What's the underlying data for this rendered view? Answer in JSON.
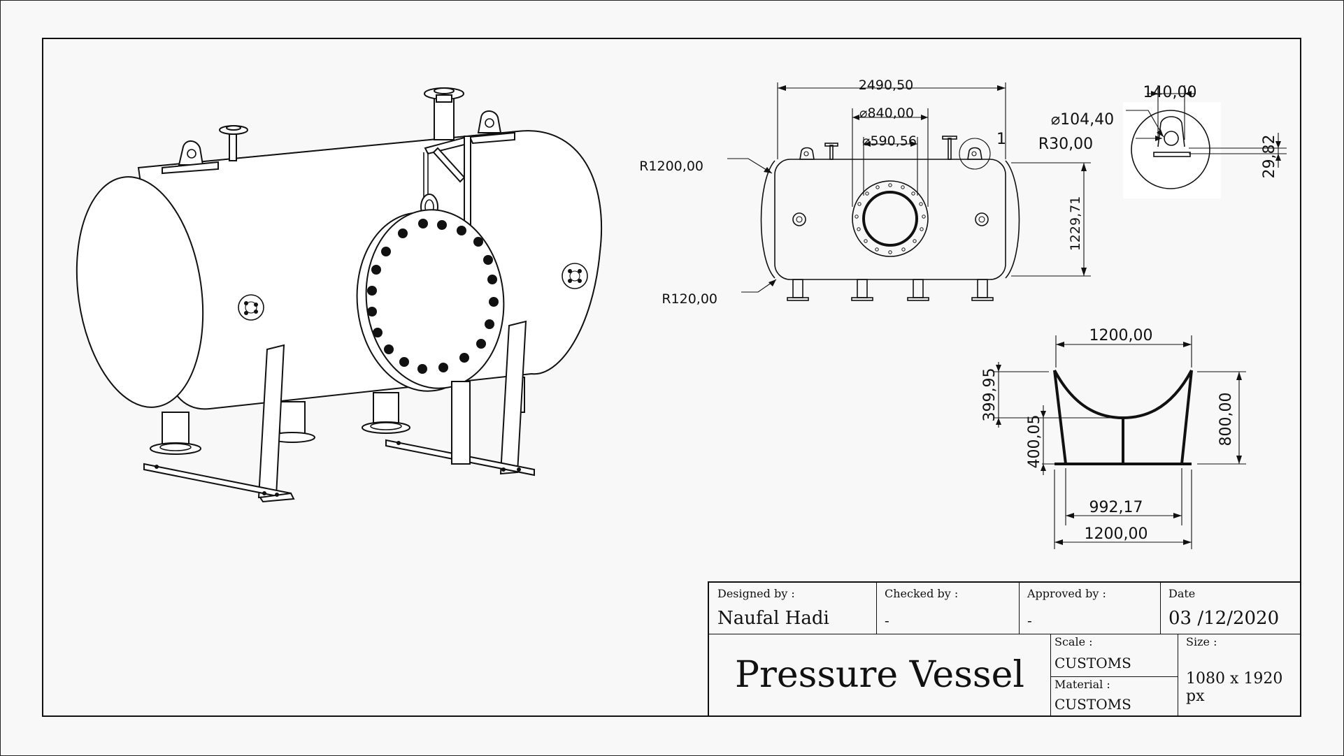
{
  "title_block": {
    "designed_by_label": "Designed by :",
    "designed_by": "Naufal Hadi",
    "checked_by_label": "Checked by :",
    "checked_by": "-",
    "approved_by_label": "Approved by :",
    "approved_by": "-",
    "date_label": "Date",
    "date": "03 /12/2020",
    "title": "Pressure Vessel",
    "scale_label": "Scale :",
    "scale": "CUSTOMS",
    "material_label": "Material :",
    "material": "CUSTOMS",
    "size_label": "Size :",
    "size": "1080 x 1920 px"
  },
  "dimensions": {
    "front_length": "2490,50",
    "manway_outer_dia": "⌀840,00",
    "manway_inner_dia": "⌀590,56",
    "detail_marker": "1",
    "head_radius": "R1200,00",
    "knuckle_radius": "R120,00",
    "height": "1229,71",
    "detail_width": "140,00",
    "detail_hole_dia": "⌀104,40",
    "detail_radius": "R30,00",
    "detail_thickness": "29,82",
    "saddle_top_width": "1200,00",
    "saddle_depth": "399,95",
    "saddle_base_height": "400,05",
    "saddle_height": "800,00",
    "saddle_inner_width": "992,17",
    "saddle_base_width": "1200,00"
  }
}
